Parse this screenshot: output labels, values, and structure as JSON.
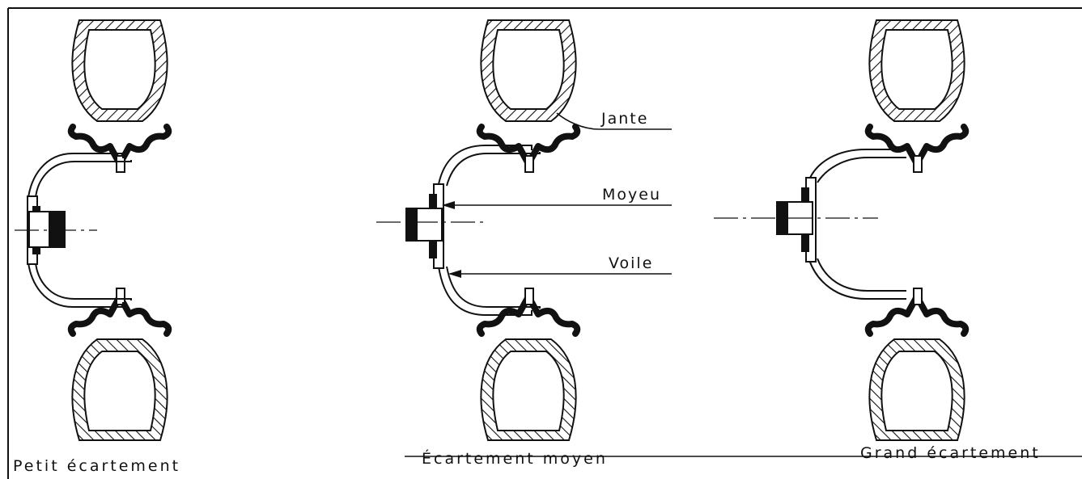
{
  "labels": {
    "jante": "Jante",
    "moyeu": "Moyeu",
    "voile": "Voile"
  },
  "captions": {
    "left": "Petit écartement",
    "middle": "Écartement moyen",
    "right": "Grand écartement"
  }
}
